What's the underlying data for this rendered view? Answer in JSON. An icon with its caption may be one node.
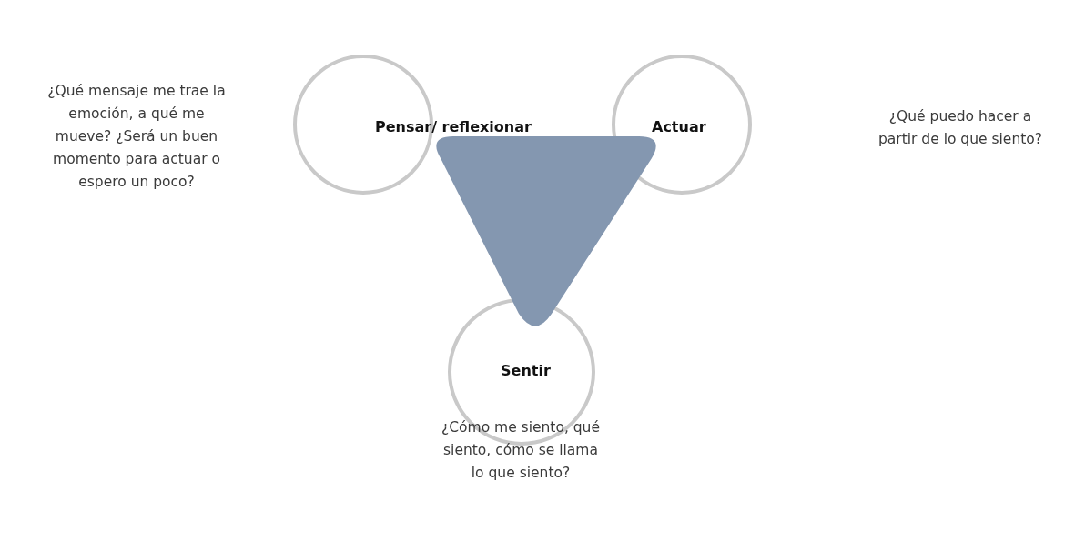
{
  "diagram": {
    "nodes": [
      {
        "text": [
          "Pensar/ reflexionar"
        ]
      },
      {
        "text": [
          "Actuar"
        ]
      },
      {
        "text": [
          "Sentir"
        ]
      },
      {
        "text": [],
        "shape": "triangle"
      }
    ],
    "edges": [],
    "labels": [
      "¿Qué mensaje me trae la emoción, a qué me mueve? ¿Será un buen momento para actuar o espero un poco?",
      "¿Qué puedo hacer a partir de lo que siento?",
      "¿Cómo me siento, qué siento, cómo se llama lo que siento?"
    ]
  }
}
